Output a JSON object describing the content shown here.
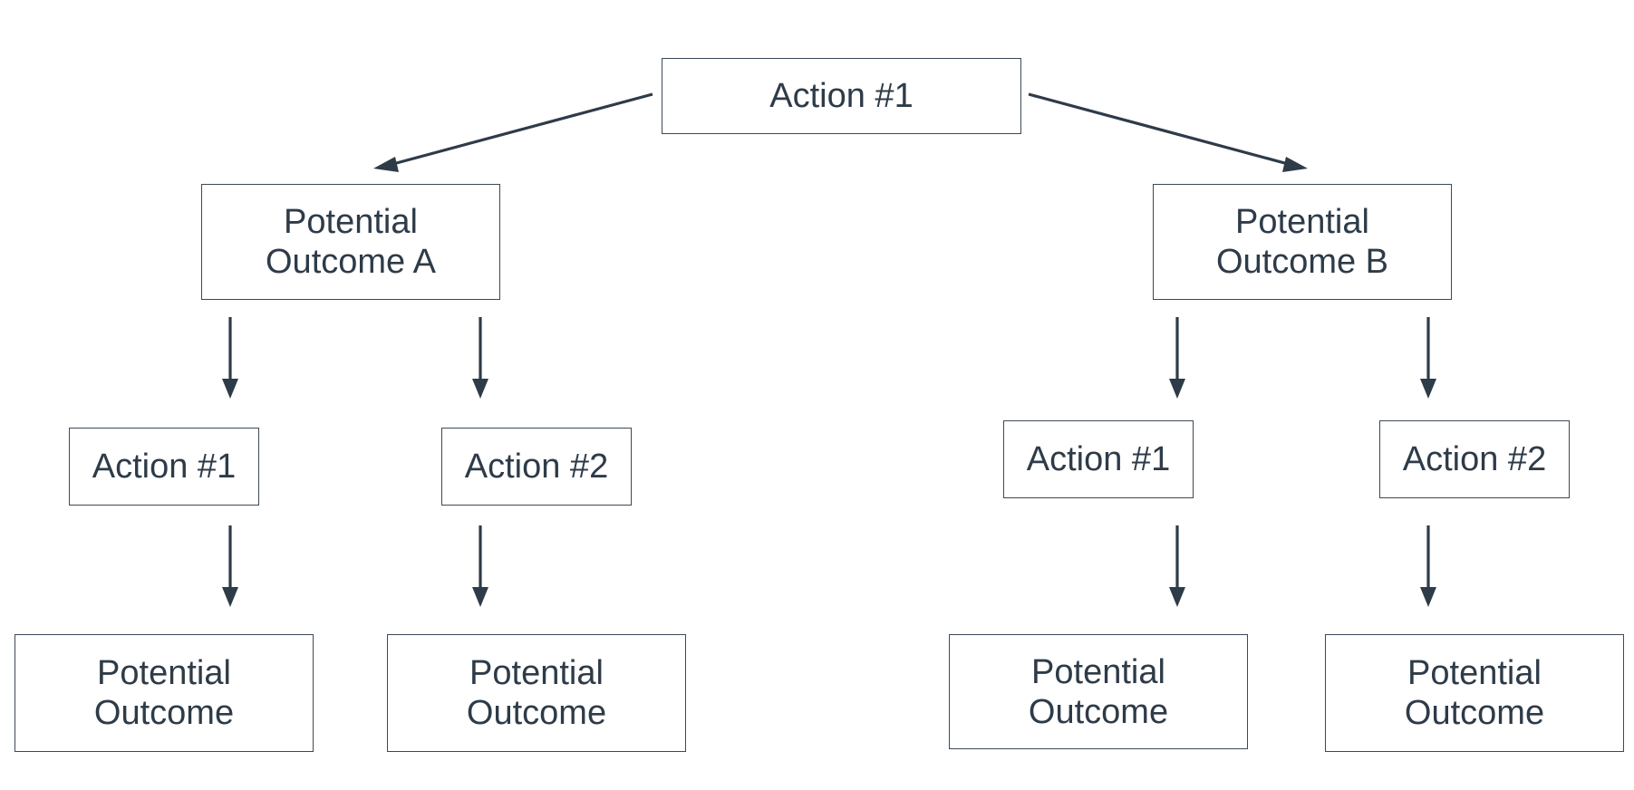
{
  "diagram": {
    "root": {
      "label": "Action #1"
    },
    "outcome_a": {
      "label": "Potential\nOutcome A"
    },
    "outcome_b": {
      "label": "Potential\nOutcome B"
    },
    "a_action_1": {
      "label": "Action #1"
    },
    "a_action_2": {
      "label": "Action #2"
    },
    "b_action_1": {
      "label": "Action #1"
    },
    "b_action_2": {
      "label": "Action #2"
    },
    "a1_outcome": {
      "label": "Potential\nOutcome"
    },
    "a2_outcome": {
      "label": "Potential\nOutcome"
    },
    "b1_outcome": {
      "label": "Potential\nOutcome"
    },
    "b2_outcome": {
      "label": "Potential\nOutcome"
    }
  },
  "colors": {
    "stroke": "#2e3b48",
    "text": "#2e3b48",
    "background": "#ffffff"
  }
}
